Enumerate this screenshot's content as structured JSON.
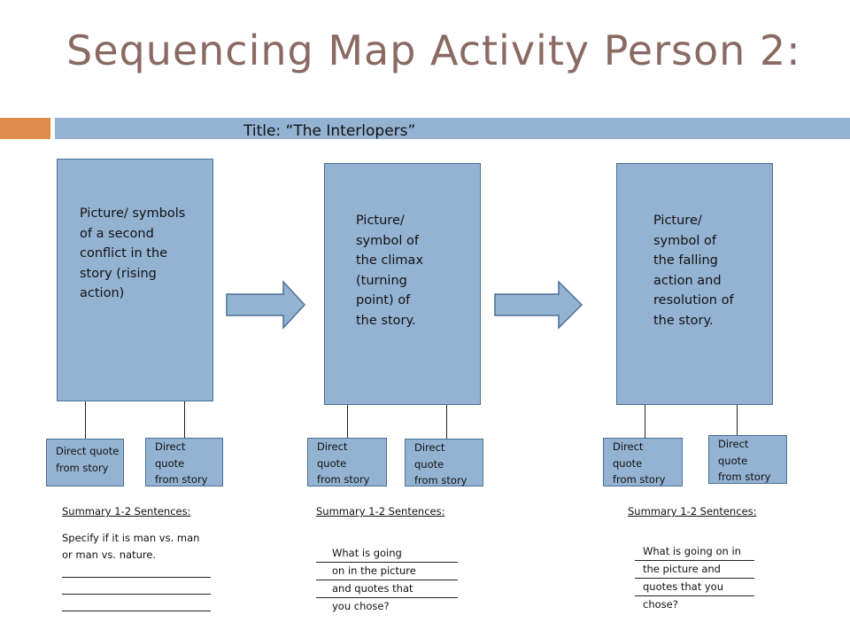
{
  "slide": {
    "title": "Sequencing Map Activity Person 2:",
    "story_title": "Title: “The Interlopers”"
  },
  "panels": [
    {
      "lines": [
        "Picture/ symbols",
        "of a second",
        "conflict in the",
        "story (rising",
        "action)"
      ],
      "quotes": [
        [
          "Direct quote",
          "from story"
        ],
        [
          "Direct",
          "quote",
          "from story"
        ]
      ],
      "summary_label": "Summary 1-2 Sentences:",
      "summary_lines": [
        "Specify if it is man vs. man",
        "or man vs. nature."
      ]
    },
    {
      "lines": [
        "Picture/",
        "symbol of",
        "the climax",
        "(turning",
        "point) of",
        "the story."
      ],
      "quotes": [
        [
          "Direct",
          "quote",
          "from story"
        ],
        [
          "Direct",
          "quote",
          "from story"
        ]
      ],
      "summary_label": "Summary 1-2 Sentences:",
      "summary_lines": [
        "What is going",
        "on in the picture",
        "and quotes that",
        "you chose?"
      ]
    },
    {
      "lines": [
        "Picture/",
        "symbol of",
        "the falling",
        "action and",
        "resolution of",
        "the story."
      ],
      "quotes": [
        [
          "Direct",
          "quote",
          "from story"
        ],
        [
          "Direct",
          "quote",
          "from story"
        ]
      ],
      "summary_label": "Summary 1-2 Sentences:",
      "summary_lines": [
        "What is going on in",
        "the picture and",
        "quotes that you",
        "chose?"
      ]
    }
  ],
  "colors": {
    "title": "#8a6a63",
    "accent_orange": "#dd8a4c",
    "panel_fill": "#94b3d2",
    "panel_border": "#4b6f95"
  }
}
